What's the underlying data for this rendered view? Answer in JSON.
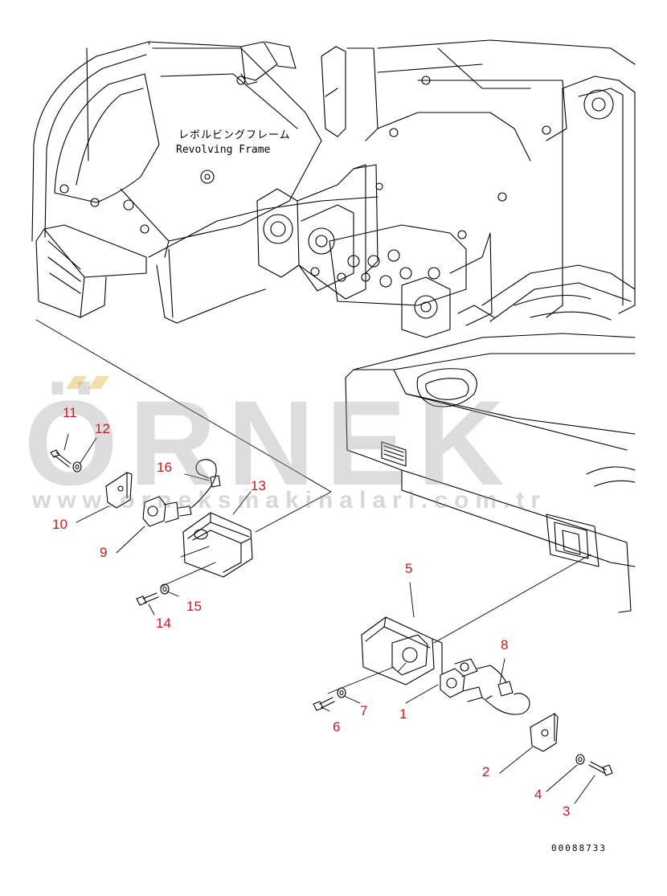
{
  "frame_label": {
    "japanese": "レボルビングフレーム",
    "english": "Revolving Frame"
  },
  "watermark": {
    "brand": "ÖRNEK",
    "url": "www.orneksmakinalari.com.tr",
    "color_gray": "#9a9a9a",
    "color_gold": "#e3b64a"
  },
  "callout_color": "#c8191e",
  "callouts": [
    {
      "id": "1",
      "label": "1"
    },
    {
      "id": "2",
      "label": "2"
    },
    {
      "id": "3",
      "label": "3"
    },
    {
      "id": "4",
      "label": "4"
    },
    {
      "id": "5",
      "label": "5"
    },
    {
      "id": "6",
      "label": "6"
    },
    {
      "id": "7",
      "label": "7"
    },
    {
      "id": "8",
      "label": "8"
    },
    {
      "id": "9",
      "label": "9"
    },
    {
      "id": "10",
      "label": "10"
    },
    {
      "id": "11",
      "label": "11"
    },
    {
      "id": "12",
      "label": "12"
    },
    {
      "id": "13",
      "label": "13"
    },
    {
      "id": "14",
      "label": "14"
    },
    {
      "id": "15",
      "label": "15"
    },
    {
      "id": "16",
      "label": "16"
    }
  ],
  "drawing_number": "00088733"
}
